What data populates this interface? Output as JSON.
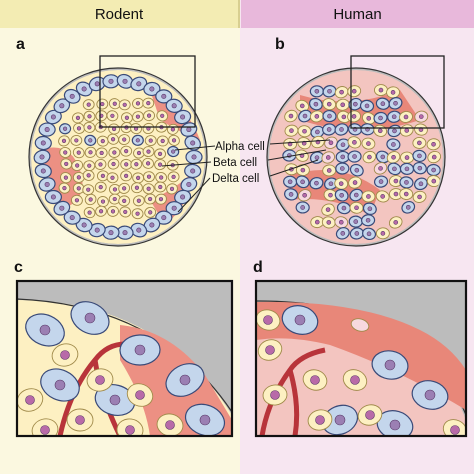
{
  "headers": {
    "rodent": "Rodent",
    "human": "Human"
  },
  "panels": {
    "a": "a",
    "b": "b",
    "c": "c",
    "d": "d"
  },
  "cell_labels": {
    "alpha": "Alpha cell",
    "beta": "Beta cell",
    "delta": "Delta cell"
  },
  "colors": {
    "alpha_fill": "#c4d6ec",
    "beta_fill": "#fdf0c2",
    "delta_fill": "#f7d9df",
    "nucleus_alpha": "#9b7fb3",
    "nucleus_beta": "#b86aa8",
    "vessel": "#e78578",
    "capsule": "#bcbcbc",
    "outline": "#3a4a78"
  }
}
